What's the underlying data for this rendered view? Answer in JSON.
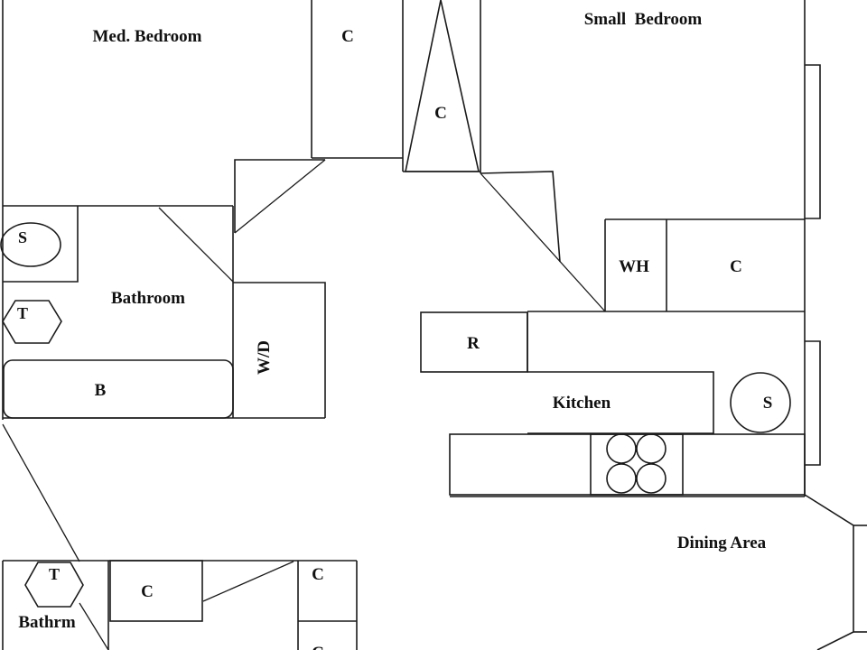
{
  "rooms": {
    "med_bedroom": "Med. Bedroom",
    "small_bedroom": "Small  Bedroom",
    "bathroom": "Bathroom",
    "kitchen": "Kitchen",
    "dining_area": "Dining Area",
    "bathrm": "Bathrm"
  },
  "fixtures": {
    "closet_top": "C",
    "closet_triangle": "C",
    "sink_bathroom": "S",
    "toilet_bathroom": "T",
    "bathtub": "B",
    "washer_dryer": "W/D",
    "water_heater": "WH",
    "closet_right": "C",
    "refrigerator": "R",
    "sink_kitchen": "S",
    "toilet_bathrm": "T",
    "closet_lower_a": "C",
    "closet_lower_b": "C",
    "closet_lower_c": "C"
  },
  "colors": {
    "line": "#1a1a1a",
    "background": "#ffffff"
  }
}
